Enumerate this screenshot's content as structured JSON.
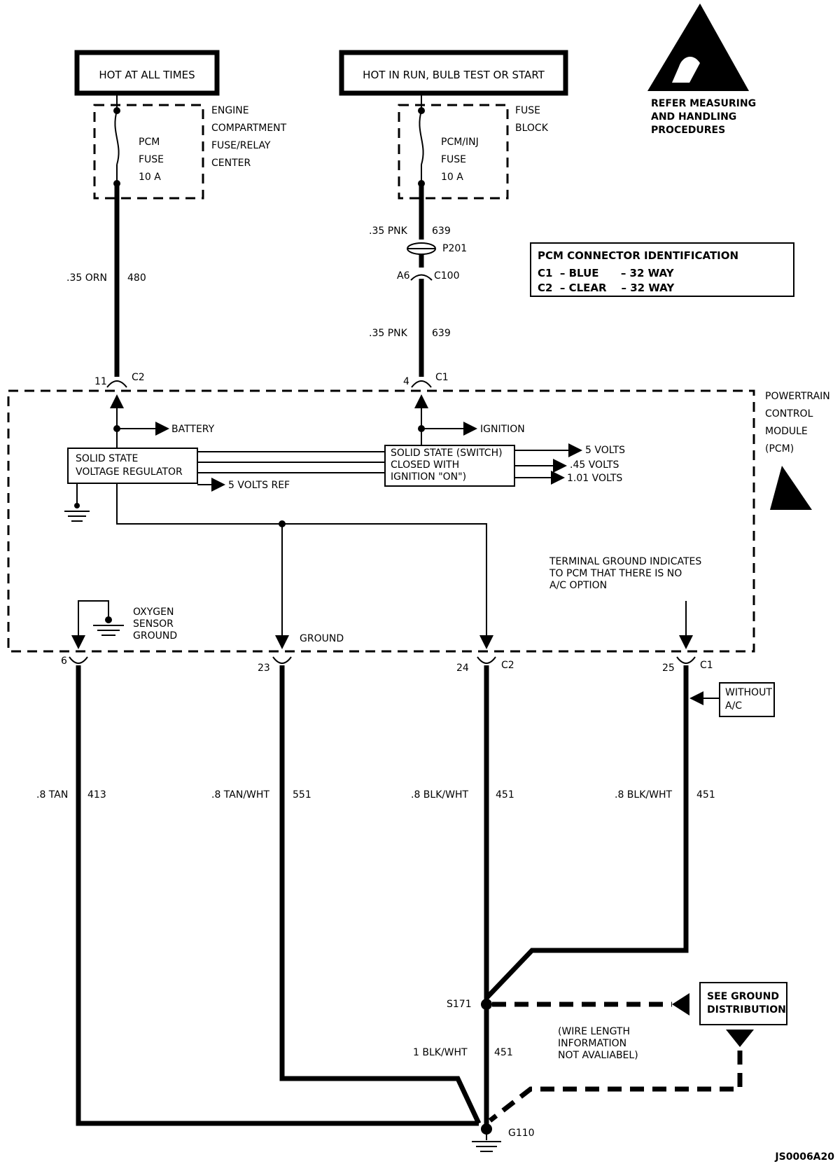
{
  "power": {
    "hot_at_all_times": "HOT AT ALL TIMES",
    "hot_in_run": "HOT IN RUN, BULB TEST OR START"
  },
  "fuse_left": {
    "name_1": "PCM",
    "name_2": "FUSE",
    "rating": "10 A"
  },
  "fuse_right": {
    "name_1": "PCM/INJ",
    "name_2": "FUSE",
    "rating": "10 A"
  },
  "engine_center": {
    "line1": "ENGINE",
    "line2": "COMPARTMENT",
    "line3": "FUSE/RELAY",
    "line4": "CENTER"
  },
  "fuse_block": {
    "line1": "FUSE",
    "line2": "BLOCK"
  },
  "esd": {
    "line1": "REFER MEASURING",
    "line2": "AND HANDLING",
    "line3": "PROCEDURES"
  },
  "connector_id": {
    "title": "PCM CONNECTOR IDENTIFICATION",
    "row1": "C1  – BLUE      – 32 WAY",
    "row2": "C2  – CLEAR    – 32 WAY"
  },
  "wires": {
    "orn_gauge": ".35 ORN",
    "orn_circuit": "480",
    "pnk_top_gauge": ".35 PNK",
    "pnk_top_circuit": "639",
    "pnk_bot_gauge": ".35 PNK",
    "pnk_bot_circuit": "639",
    "tan_gauge": ".8 TAN",
    "tan_circuit": "413",
    "tanwht_gauge": ".8 TAN/WHT",
    "tanwht_circuit": "551",
    "blkwht1_gauge": ".8 BLK/WHT",
    "blkwht1_circuit": "451",
    "blkwht2_gauge": ".8 BLK/WHT",
    "blkwht2_circuit": "451",
    "blkwht3_gauge": "1 BLK/WHT",
    "blkwht3_circuit": "451"
  },
  "connectors": {
    "p201": "P201",
    "a6": "A6",
    "c100": "C100",
    "pin11": "11",
    "pin4": "4",
    "c2_top": "C2",
    "c1_top": "C1",
    "pin6": "6",
    "pin23": "23",
    "pin24": "24",
    "pin25": "25",
    "c2_bot": "C2",
    "c1_bot": "C1"
  },
  "pcm": {
    "label1": "POWERTRAIN",
    "label2": "CONTROL",
    "label3": "MODULE",
    "label4": "(PCM)",
    "battery": "BATTERY",
    "ignition": "IGNITION",
    "reg_line1": "SOLID STATE",
    "reg_line2": "VOLTAGE REGULATOR",
    "sw_line1": "SOLID STATE (SWITCH)",
    "sw_line2": "CLOSED WITH",
    "sw_line3": "IGNITION \"ON\")",
    "v5": "5 VOLTS",
    "v045": ".45 VOLTS",
    "v101": "1.01 VOLTS",
    "v5ref": "5 VOLTS REF",
    "o2_line1": "OXYGEN",
    "o2_line2": "SENSOR",
    "o2_line3": "GROUND",
    "ground": "GROUND",
    "note_line1": "TERMINAL GROUND INDICATES",
    "note_line2": "TO PCM THAT THERE IS NO",
    "note_line3": "A/C OPTION"
  },
  "without_ac": {
    "line1": "WITHOUT",
    "line2": "A/C"
  },
  "splice": "S171",
  "ground_point": "G110",
  "see_ground": {
    "line1": "SEE GROUND",
    "line2": "DISTRIBUTION"
  },
  "wire_note": {
    "line1": "(WIRE LENGTH",
    "line2": "INFORMATION",
    "line3": "NOT AVALIABEL)"
  },
  "doc_code": "JS0006A20"
}
